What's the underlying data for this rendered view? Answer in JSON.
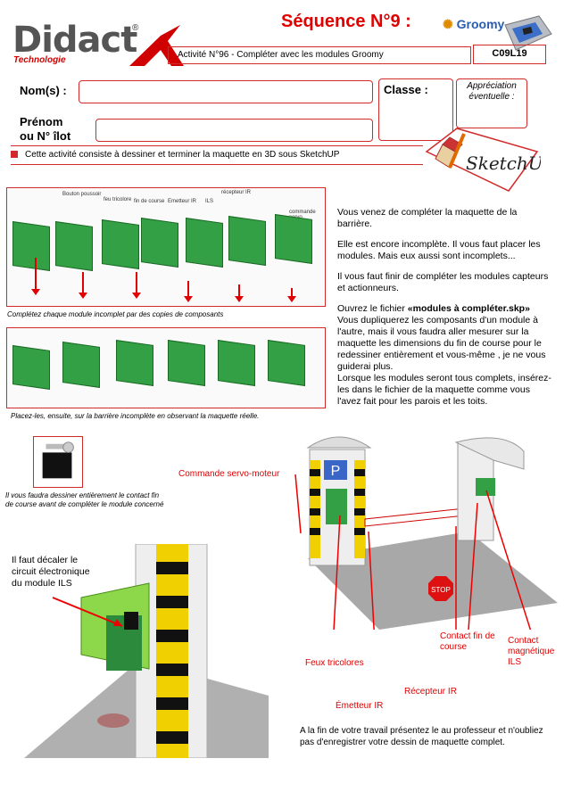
{
  "header": {
    "logo_main": "Didact",
    "logo_reg": "®",
    "logo_sub": "Technologie",
    "sequence_title": "Séquence N°9 :",
    "groomy_logo": "Groomy",
    "activity": "Activité N°96 - Compléter avec les modules Groomy",
    "code": "C09L19"
  },
  "form": {
    "nom_label": "Nom(s) :",
    "prenom_label_1": "Prénom",
    "prenom_label_2": "ou N° îlot",
    "classe_label": "Classe :",
    "appreciation_1": "Appréciation",
    "appreciation_2": "éventuelle :"
  },
  "intro": "Cette activité consiste à  dessiner et terminer la maquette en 3D sous SketchUP",
  "sketchup_logo": "SketchUp",
  "modules": {
    "labels": [
      "Bouton poussoir",
      "feu tricolore",
      "fin de course",
      "Emetteur IR",
      "récepteur IR",
      "ILS",
      "commande servo"
    ],
    "caption_1": "Complétez chaque module incomplet par des copies de composants",
    "caption_2": "Placez-les, ensuite, sur la barrière incomplète en observant la maquette réelle.",
    "caption_3": "Il vous faudra dessiner entièrement le contact fin de course avant de compléter le module concerné"
  },
  "right_text": {
    "p1": "Vous venez de compléter la maquette de la barrière.",
    "p2": "Elle est encore incomplète. Il vous faut placer les modules. Mais eux aussi sont incomplets...",
    "p3": "Il vous faut finir de compléter les modules capteurs et actionneurs.",
    "p4_pre": "Ouvrez le fichier ",
    "p4_file": "«modules à compléter.skp»",
    "p4_post": "Vous dupliquerez les composants d'un module à l'autre, mais il vous faudra  aller mesurer sur la maquette les dimensions du fin de course pour le redessiner entièrement et vous-même , je ne vous guiderai plus.",
    "p5": "Lorsque les modules seront tous complets, insérez-les dans le fichier de la maquette comme vous l'avez fait pour les parois et les toits."
  },
  "barrier_labels": {
    "servo": "Commande servo-moteur",
    "feux": "Feux tricolores",
    "emetteur": "Émetteur IR",
    "recepteur": "Récepteur IR",
    "fin_course": "Contact fin de course",
    "ils": "Contact magnétique ILS",
    "stop": "STOP",
    "parking": "P"
  },
  "zoom_text": "Il faut décaler le circuit électronique du module ILS",
  "bottom_text": "A la fin de votre travail présentez le au professeur et n'oubliez pas d'enregistrer votre dessin de maquette complet.",
  "colors": {
    "accent_red": "#e00000",
    "border_red": "#d12a2a",
    "module_green": "#34a046"
  }
}
